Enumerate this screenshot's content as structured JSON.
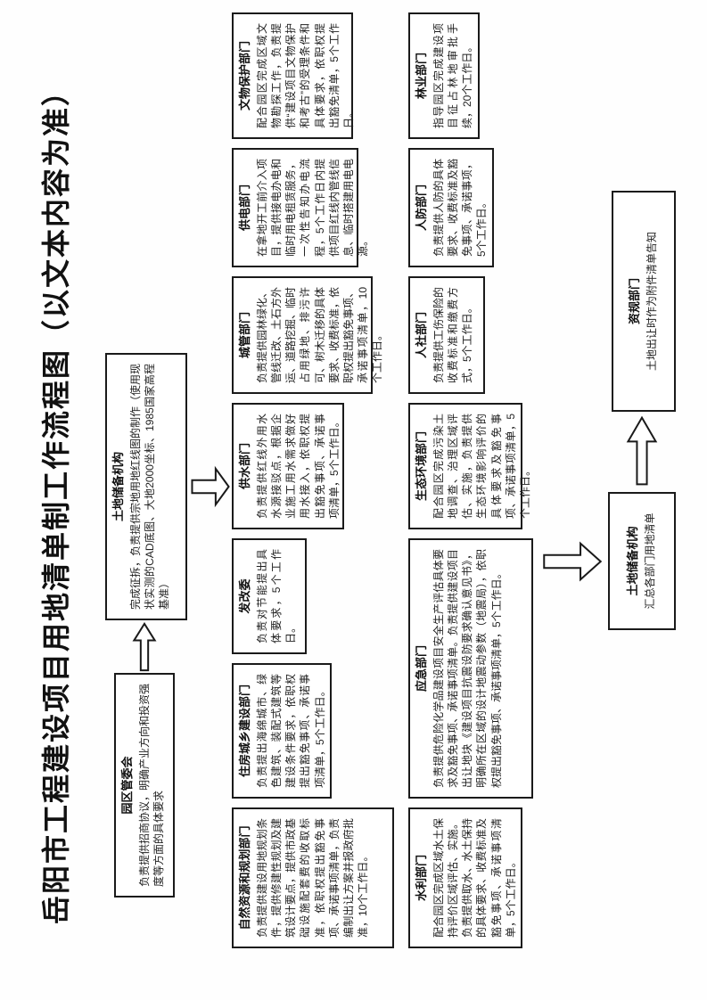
{
  "title": "岳阳市工程建设项目用地清单制工作流程图（以文本内容为准）",
  "nodes": {
    "park_committee": {
      "title": "园区管委会",
      "body": "负责提供招商协议，明确产业方向和投资强度等方面的具体要求"
    },
    "land_reserve_1": {
      "title": "土地储备机构",
      "body": "完成征拆，负责提供宗地用地红线图的制作（使用现状实测的CAD底图、大地2000坐标、1985国家高程基准）"
    },
    "natural_resources": {
      "title": "自然资源和规划部门",
      "body": "负责提供建设用地规划条件，提供修建性规划及建筑设计要点，提供市政基础设施配套费的收取标准，依职权提出豁免事项、承诺事项清单，负责编制出让方案并报政府批准，10个工作日。"
    },
    "water_conservancy": {
      "title": "水利部门",
      "body": "配合园区完成区域水土保持评价区域评估、实施。负责提供取水、水土保持的具体要求、收费标准及豁免事项、承诺事项清单，5个工作日。"
    },
    "housing": {
      "title": "住房城乡建设部门",
      "body": "负责提出海绵城市、绿色建筑、装配式建筑等建设条件要求，依职权提出豁免事项、承诺事项清单，5个工作日。"
    },
    "development_reform": {
      "title": "发改委",
      "body": "负责对节能提出具体要求，5个工作日。"
    },
    "water_supply": {
      "title": "供水部门",
      "body": "负责提供红线外用水水源接驳点，根据企业施工用水需求做好用水接入，依职权提出豁免事项、承诺事项清单，5个工作日。"
    },
    "city_management": {
      "title": "城管部门",
      "body": "负责提供园林绿化、管线迁改、土石方外运、道路挖掘、临时占用绿地、排污许可、树木迁移的具体要求、收费标准，依职权提出豁免事项、承诺事项清单，10个工作日。"
    },
    "power_supply": {
      "title": "供电部门",
      "body": "在拿地开工前介入项目，提供接电办电和临时用电租赁服务，一次性告知办电流程，5个工作日内提供项目红线内管线信息、临时搭建用电电源。"
    },
    "cultural_relics": {
      "title": "文物保护部门",
      "body": "配合园区完成区域文物勘探工作，负责提供“建设项目文物保护和考古”的受理条件和具体要求，依职权提出豁免清单，5个工作日。"
    },
    "emergency": {
      "title": "应急部门",
      "body": "负责提供危险化学品建设项目安全生产评估具体要求及豁免事项、承诺事项清单。负责提供建设项目出让地块《建设项目抗震设防要求确认意见书》，明确所在区域的设计地震动参数（地震局），依职权提出豁免事项、承诺事项清单，5个工作日。"
    },
    "ecology": {
      "title": "生态环境部门",
      "body": "配合园区完成污染土地调查、治理区域评估、实施，负责提供生态环境影响评价的具体要求及豁免事项、承诺事项清单，5个工作日。"
    },
    "human_social": {
      "title": "人社部门",
      "body": "负责提供工伤保险的收费标准和缴费方式，5个工作日。"
    },
    "civil_defense": {
      "title": "人防部门",
      "body": "负责提供人防的具体要求、收费标准及豁免事项、承诺事项，5个工作日。"
    },
    "forestry": {
      "title": "林业部门",
      "body": "指导园区完成建设项目征占林地审批手续，20个工作日。"
    },
    "land_reserve_2": {
      "title": "土地储备机构",
      "body": "汇总各部门用地清单"
    },
    "planning_bureau": {
      "title": "资规部门",
      "body": "土地出让时作为附件清单告知"
    }
  }
}
